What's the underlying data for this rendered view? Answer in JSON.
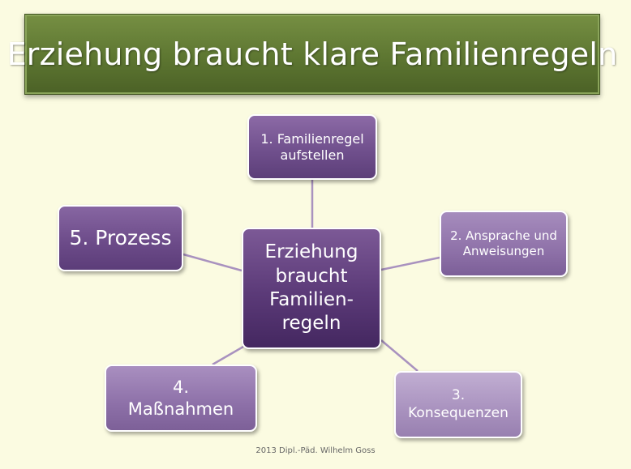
{
  "title": "Erziehung braucht klare Familienregeln",
  "center": {
    "lines": [
      "Erziehung",
      "braucht",
      "Familien-",
      "regeln"
    ]
  },
  "nodes": [
    {
      "id": "n1",
      "lines": [
        "1. Familienregel",
        "aufstellen"
      ]
    },
    {
      "id": "n2",
      "lines": [
        "2. Ansprache und",
        "Anweisungen"
      ]
    },
    {
      "id": "n3",
      "lines": [
        "3.",
        "Konsequenzen"
      ]
    },
    {
      "id": "n4",
      "lines": [
        "4.",
        "Maßnahmen"
      ]
    },
    {
      "id": "n5",
      "lines": [
        "5. Prozess"
      ]
    }
  ],
  "footer": "2013 Dipl.-Päd. Wilhelm Goss",
  "colors": {
    "title_bar": "#5d7631",
    "center_node": "#5b3a78",
    "connector": "#a992bf",
    "background": "#fbfbe1"
  }
}
